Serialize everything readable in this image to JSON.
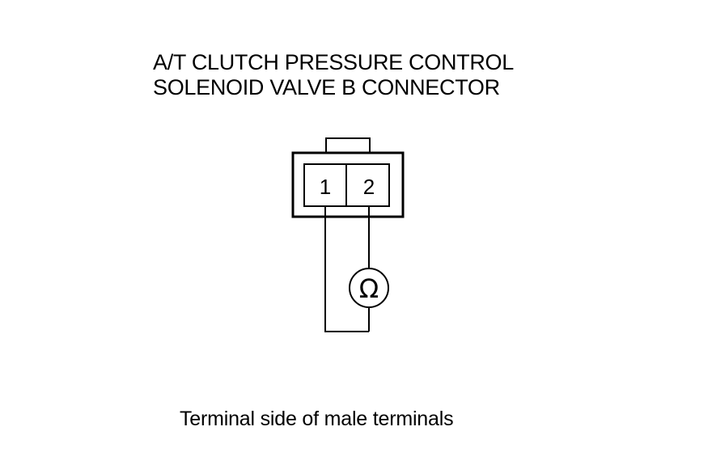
{
  "title": {
    "line1": "A/T CLUTCH PRESSURE CONTROL",
    "line2": "SOLENOID VALVE B CONNECTOR"
  },
  "connector": {
    "terminals": [
      "1",
      "2"
    ]
  },
  "meter": {
    "symbol": "Ω",
    "icon": "ohmmeter-icon"
  },
  "caption": "Terminal side of male terminals"
}
